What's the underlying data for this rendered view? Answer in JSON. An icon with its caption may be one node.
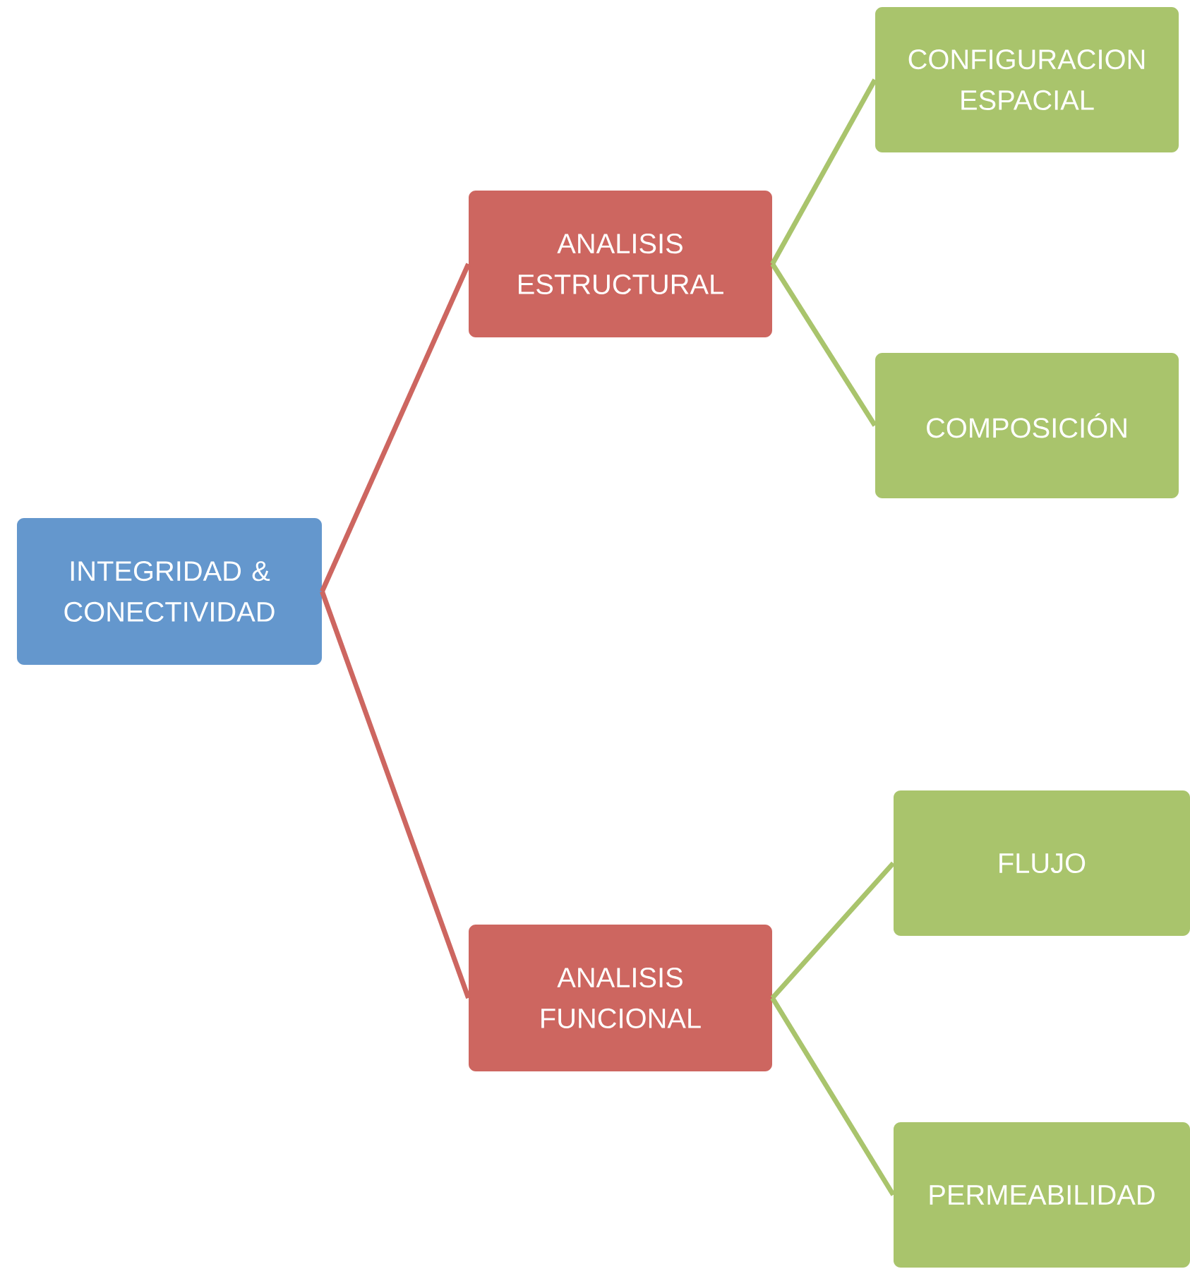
{
  "diagram": {
    "nodes": [
      {
        "text": [
          "INTEGRIDAD & CONECTIVIDAD"
        ]
      },
      {
        "text": [
          "ANALISIS ESTRUCTURAL"
        ]
      },
      {
        "text": [
          "CONFIGURACION ESPACIAL"
        ]
      },
      {
        "text": [
          "COMPOSICIÓN"
        ]
      },
      {
        "text": [
          "ANALISIS FUNCIONAL"
        ]
      },
      {
        "text": [
          "FLUJO"
        ]
      },
      {
        "text": [
          "PERMEABILIDAD"
        ]
      }
    ],
    "edges": [
      {
        "from": 0,
        "to": 1,
        "arrow": "none",
        "color": "#cd6660"
      },
      {
        "from": 1,
        "to": 2,
        "arrow": "none"
      },
      {
        "from": 1,
        "to": 3,
        "arrow": "none"
      },
      {
        "from": 0,
        "to": 4,
        "arrow": "none",
        "color": "#cd6660"
      },
      {
        "from": 4,
        "to": 5,
        "arrow": "none"
      },
      {
        "from": 4,
        "to": 6,
        "arrow": "none"
      }
    ]
  }
}
